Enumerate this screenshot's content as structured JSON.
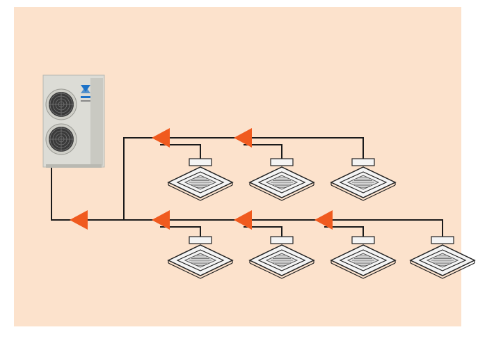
{
  "colors": {
    "background": "#fce2cc",
    "frame": "#ffffff",
    "pipe": "#1a1a1a",
    "arrow": "#f05a1e",
    "unit_body": "#dcdcd6",
    "unit_shade": "#b9b9b2",
    "fan": "#3a3a3a",
    "logo": "#1e73c8",
    "cassette_body": "#f4f4f4",
    "cassette_edge": "#222222",
    "cassette_grille": "#555555"
  },
  "outdoor_unit": {
    "icon": "outdoor-condenser-icon",
    "fan_count": 2,
    "logo_icon": "brand-logo-icon"
  },
  "indoor_units": {
    "icon": "ceiling-cassette-icon",
    "upper_row_count": 3,
    "lower_row_count": 4
  },
  "flow_arrows": {
    "icon": "flow-direction-arrow-icon",
    "count": 6,
    "direction": "left"
  }
}
